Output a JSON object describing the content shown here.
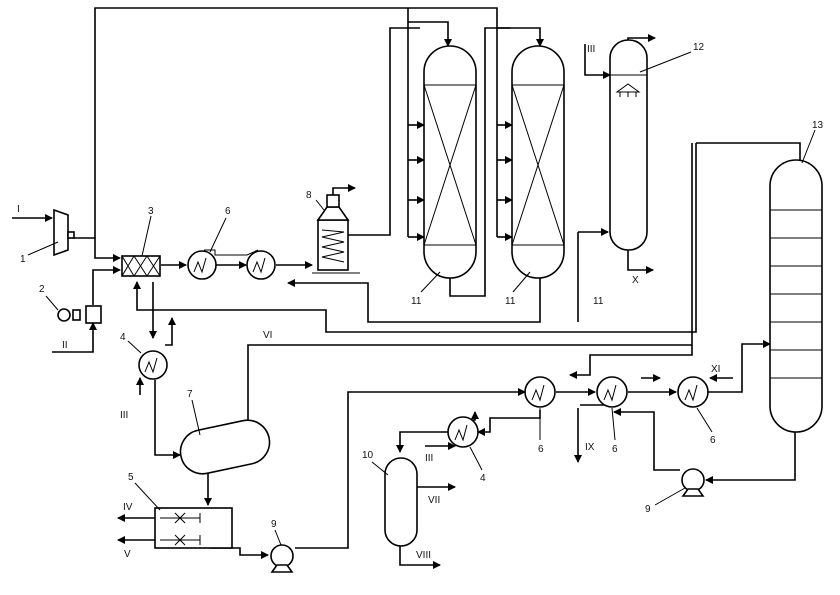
{
  "numbers": {
    "n1": "1",
    "n2": "2",
    "n3": "3",
    "n4a": "4",
    "n4b": "4",
    "n5": "5",
    "n6a": "6",
    "n6b": "6",
    "n6c": "6",
    "n6d": "6",
    "n7": "7",
    "n8": "8",
    "n9a": "9",
    "n9b": "9",
    "n10": "10",
    "n11a": "11",
    "n11b": "11",
    "n11c": "11",
    "n12": "12",
    "n13": "13"
  },
  "streams": {
    "I": "I",
    "II": "II",
    "IIIa": "III",
    "IIIb": "III",
    "IIIc": "III",
    "IV": "IV",
    "V": "V",
    "VI": "VI",
    "VII": "VII",
    "VIII": "VIII",
    "IX": "IX",
    "X": "X",
    "XI": "XI"
  },
  "colors": {
    "line": "#000000",
    "fill": "#ffffff"
  }
}
